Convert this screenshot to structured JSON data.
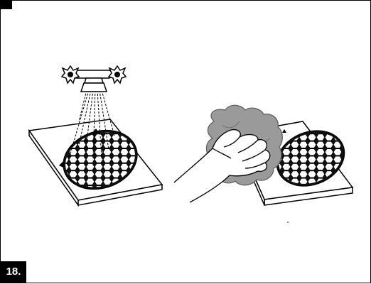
{
  "step": {
    "number": "18."
  },
  "illustrations": [
    {
      "depicts": "faucet-rinsing-honeycomb-filter-on-board"
    },
    {
      "depicts": "hand-wiping-filter-with-cloth"
    }
  ],
  "colors": {
    "ink": "#000000",
    "cloth": "#9a9a9a",
    "cloth_edge": "#5c5c5c",
    "background": "#ffffff"
  }
}
